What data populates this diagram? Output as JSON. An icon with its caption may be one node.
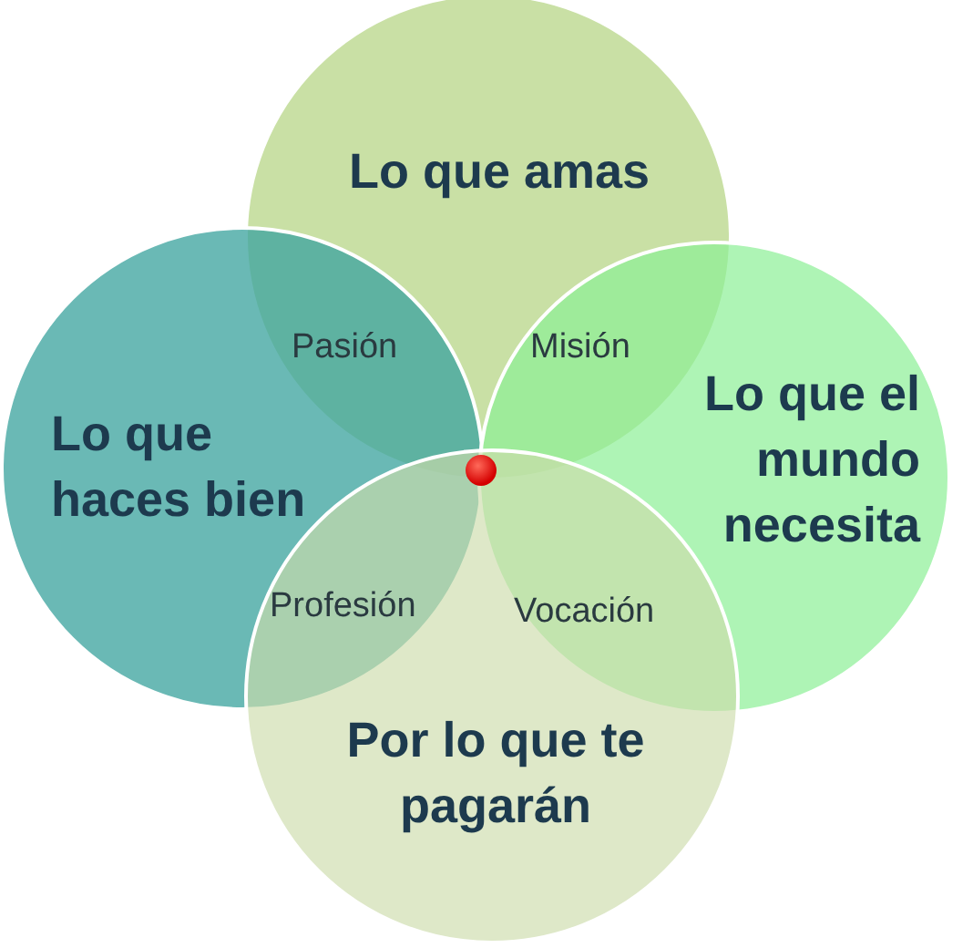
{
  "diagram": {
    "nodes": [
      {
        "text": [
          "Lo que amas"
        ]
      },
      {
        "text": [
          "Lo que haces bien"
        ]
      },
      {
        "text": [
          "Lo que el mundo necesita"
        ]
      },
      {
        "text": [
          "Por lo que te pagarán"
        ]
      }
    ],
    "labels": [
      "Pasión",
      "Misión",
      "Profesión",
      "Vocación"
    ]
  }
}
